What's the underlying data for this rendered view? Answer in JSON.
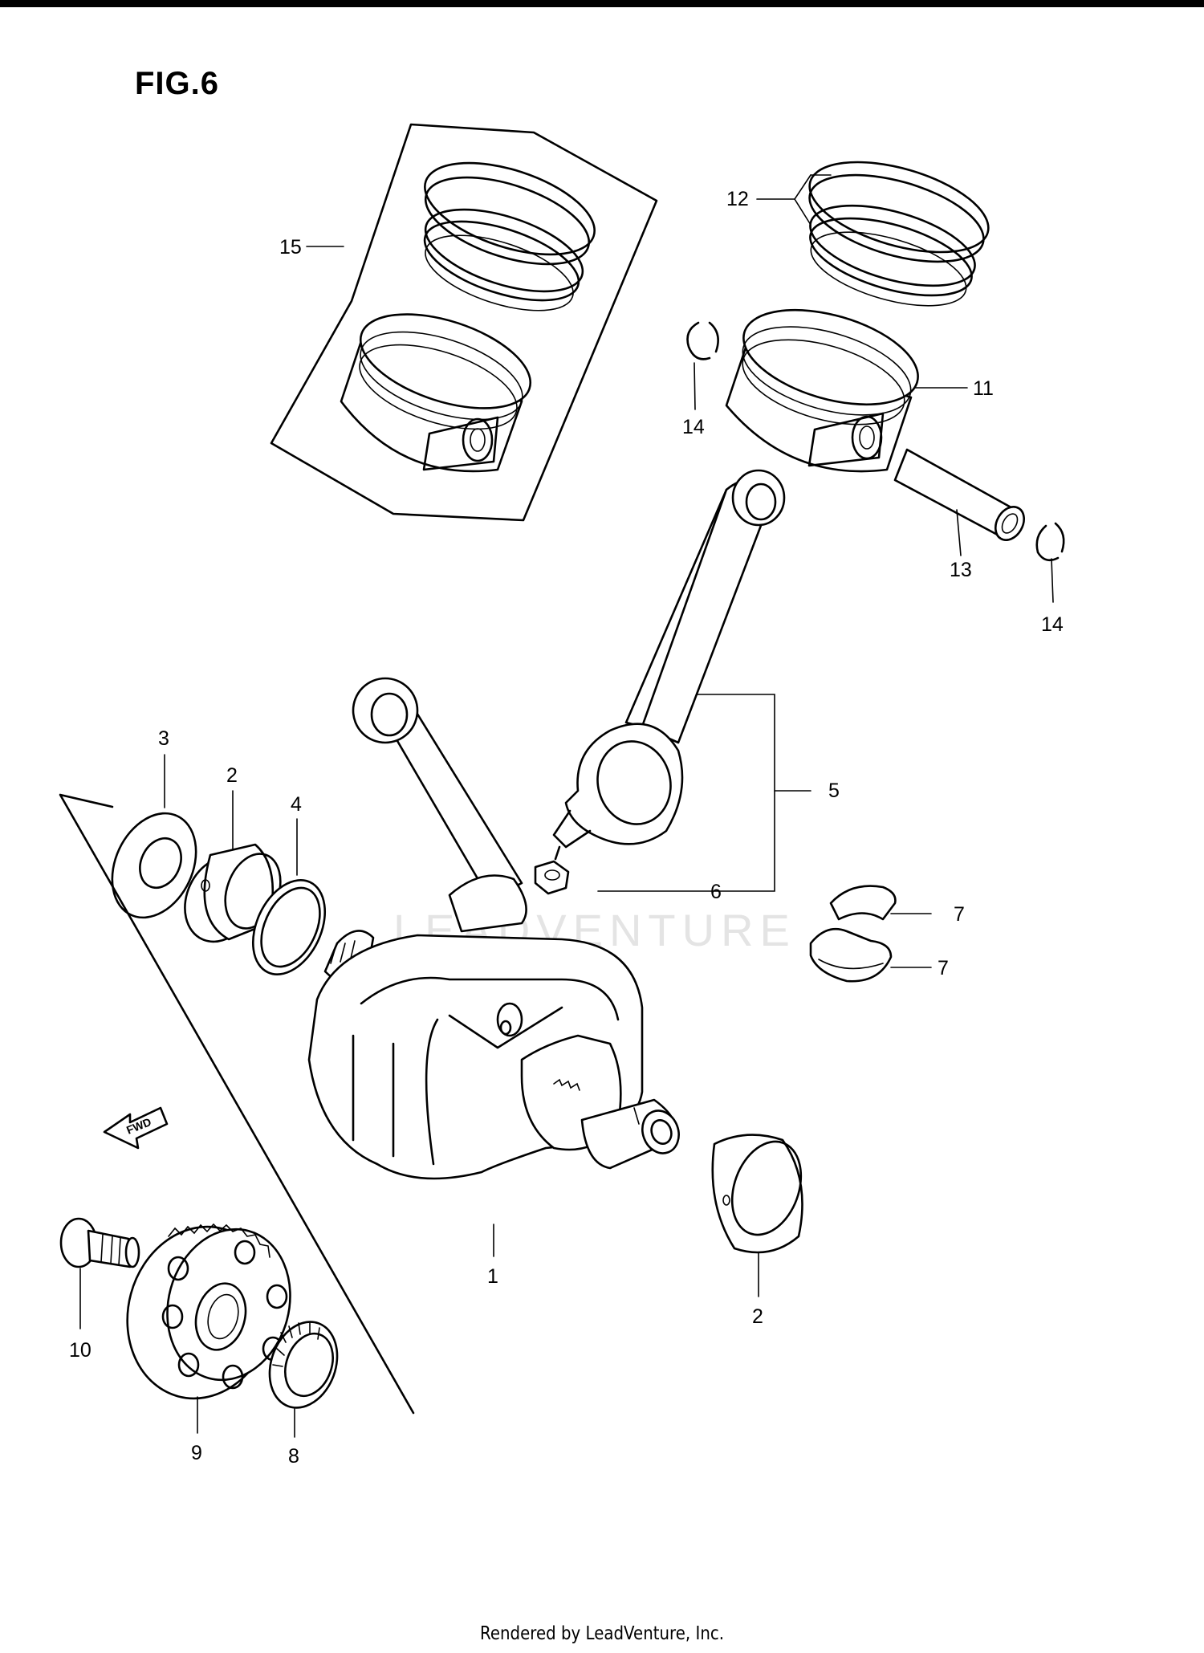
{
  "figure": {
    "title": "FIG.6"
  },
  "footer": {
    "credit": "Rendered by LeadVenture, Inc."
  },
  "watermark": {
    "text": "LEADVENTURE",
    "color": "#e4e4e4"
  },
  "fwd_arrow": {
    "label": "FWD"
  },
  "callouts": {
    "crankshaft": "1",
    "bearing_left": "2",
    "bearing_right": "2",
    "thrust_washer": "3",
    "bearing_ring": "4",
    "conrod_assy": "5",
    "conrod_nut": "6",
    "conrod_bearing_upper": "7",
    "conrod_bearing_lower": "7",
    "needle_bearing": "8",
    "primary_gear": "9",
    "bolt": "10",
    "piston": "11",
    "piston_rings": "12",
    "piston_pin": "13",
    "circlip_left": "14",
    "circlip_right": "14",
    "piston_set": "15"
  }
}
